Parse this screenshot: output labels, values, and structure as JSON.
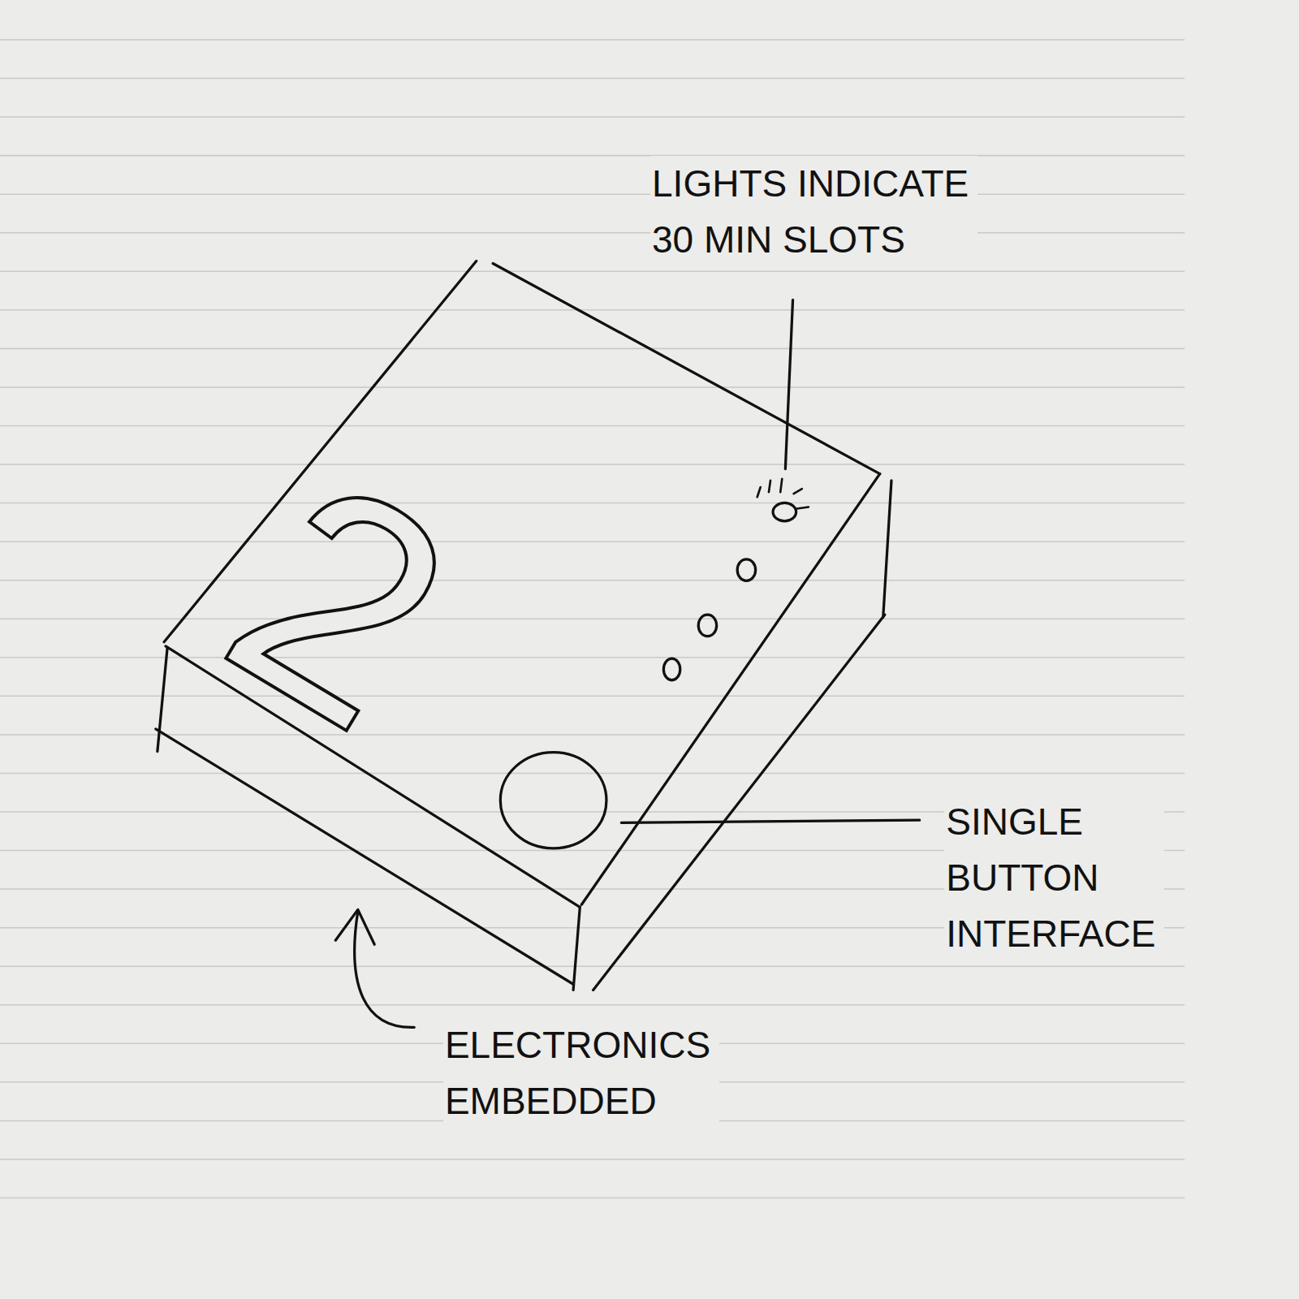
{
  "diagram": {
    "labels": [
      "LIGHTS INDICATE 30 MIN SLOTS",
      "2",
      "SINGLE BUTTON INTERFACE",
      "ELECTRONICS EMBEDDED"
    ]
  }
}
